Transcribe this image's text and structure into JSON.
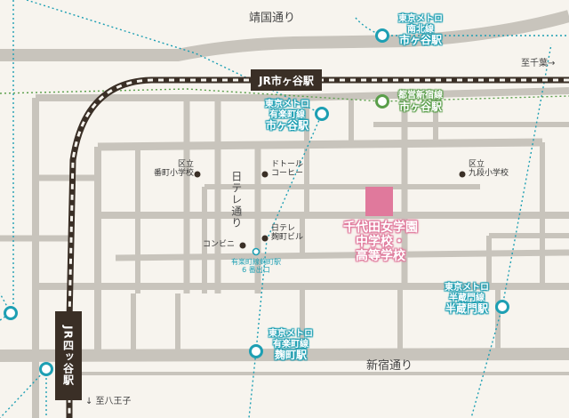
{
  "roads": {
    "yasukuni": "靖国通り",
    "shinjuku": "新宿通り",
    "nittele": "日テレ通り"
  },
  "directions": {
    "to_chiba": "至千葉→",
    "to_hachioji": "↓ 至八王子"
  },
  "jr_stations": {
    "ichigaya": "JR市ヶ谷駅",
    "yotsuya": "JR四ッ谷駅"
  },
  "metro_stations": {
    "namboku_ichigaya": {
      "line1": "東京メトロ",
      "line2": "南北線",
      "name": "市ヶ谷駅"
    },
    "yurakucho_ichigaya": {
      "line1": "東京メトロ",
      "line2": "有楽町線",
      "name": "市ヶ谷駅"
    },
    "hanzomon": {
      "line1": "東京メトロ",
      "line2": "半蔵門線",
      "name": "半蔵門駅"
    },
    "kojimachi": {
      "line1": "東京メトロ",
      "line2": "有楽町線",
      "name": "麹町駅"
    }
  },
  "toei_station": {
    "line1": "都営新宿線",
    "name": "市ヶ谷駅"
  },
  "school": {
    "line1": "千代田女学園",
    "line2": "中学校・",
    "line3": "高等学校"
  },
  "pois": {
    "bancho": {
      "line1": "区立",
      "line2": "番町小学校"
    },
    "doutor": {
      "line1": "ドトール",
      "line2": "コーヒー"
    },
    "kudan": {
      "line1": "区立",
      "line2": "九段小学校"
    },
    "nittele_bldg": {
      "line1": "日テレ",
      "line2": "麹町ビル"
    },
    "conbini": "コンビニ",
    "exit6": {
      "line1": "有楽町線麹町駅",
      "line2": "6 番出口"
    }
  },
  "colors": {
    "background": "#f7f4ee",
    "road": "#c8c4bc",
    "metro": "#1d9fb3",
    "toei": "#5a9e4a",
    "jr": "#3a2f26",
    "school": "#e0799c"
  }
}
